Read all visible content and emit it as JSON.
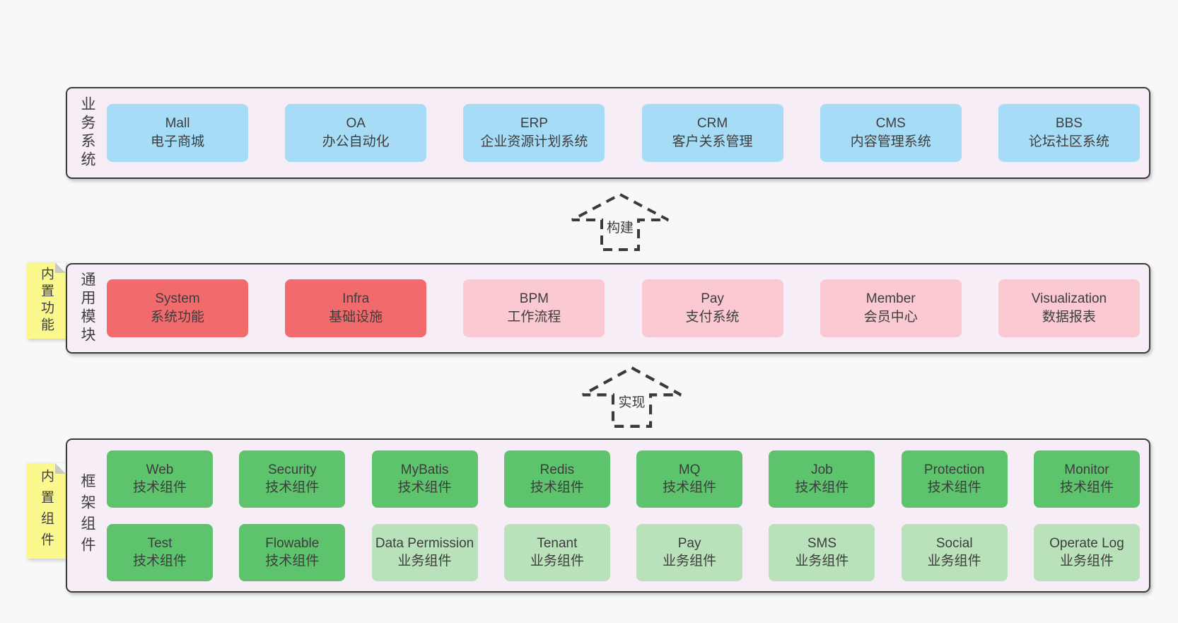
{
  "palette": {
    "page_bg": "#f8f8f8",
    "panel_bg": "#f7edf6",
    "panel_border": "#3b3b3b",
    "blue_box": "#a7dcf6",
    "red_box": "#f16b6c",
    "pink_box": "#fbc9d2",
    "green_box": "#5ec36d",
    "light_green_box": "#b9e1ba",
    "note_bg": "#fbf98e",
    "note_fold": "#c9c9c9",
    "text": "#3d3d3d"
  },
  "notes": [
    {
      "text": "内置功能"
    },
    {
      "text": "内置组件"
    }
  ],
  "arrows": [
    {
      "label": "构建"
    },
    {
      "label": "实现"
    }
  ],
  "layers": {
    "business": {
      "label": "业务系统",
      "boxes": [
        {
          "name": "Mall",
          "desc": "电子商城"
        },
        {
          "name": "OA",
          "desc": "办公自动化"
        },
        {
          "name": "ERP",
          "desc": "企业资源计划系统"
        },
        {
          "name": "CRM",
          "desc": "客户关系管理"
        },
        {
          "name": "CMS",
          "desc": "内容管理系统"
        },
        {
          "name": "BBS",
          "desc": "论坛社区系统"
        }
      ]
    },
    "modules": {
      "label": "通用模块",
      "boxes": [
        {
          "name": "System",
          "desc": "系统功能"
        },
        {
          "name": "Infra",
          "desc": "基础设施"
        },
        {
          "name": "BPM",
          "desc": "工作流程"
        },
        {
          "name": "Pay",
          "desc": "支付系统"
        },
        {
          "name": "Member",
          "desc": "会员中心"
        },
        {
          "name": "Visualization",
          "desc": "数据报表"
        }
      ]
    },
    "framework": {
      "label": "框架组件",
      "row1": [
        {
          "name": "Web",
          "desc": "技术组件"
        },
        {
          "name": "Security",
          "desc": "技术组件"
        },
        {
          "name": "MyBatis",
          "desc": "技术组件"
        },
        {
          "name": "Redis",
          "desc": "技术组件"
        },
        {
          "name": "MQ",
          "desc": "技术组件"
        },
        {
          "name": "Job",
          "desc": "技术组件"
        },
        {
          "name": "Protection",
          "desc": "技术组件"
        },
        {
          "name": "Monitor",
          "desc": "技术组件"
        }
      ],
      "row2": [
        {
          "name": "Test",
          "desc": "技术组件"
        },
        {
          "name": "Flowable",
          "desc": "技术组件"
        },
        {
          "name": "Data Permission",
          "desc": "业务组件"
        },
        {
          "name": "Tenant",
          "desc": "业务组件"
        },
        {
          "name": "Pay",
          "desc": "业务组件"
        },
        {
          "name": "SMS",
          "desc": "业务组件"
        },
        {
          "name": "Social",
          "desc": "业务组件"
        },
        {
          "name": "Operate Log",
          "desc": "业务组件"
        }
      ]
    }
  }
}
